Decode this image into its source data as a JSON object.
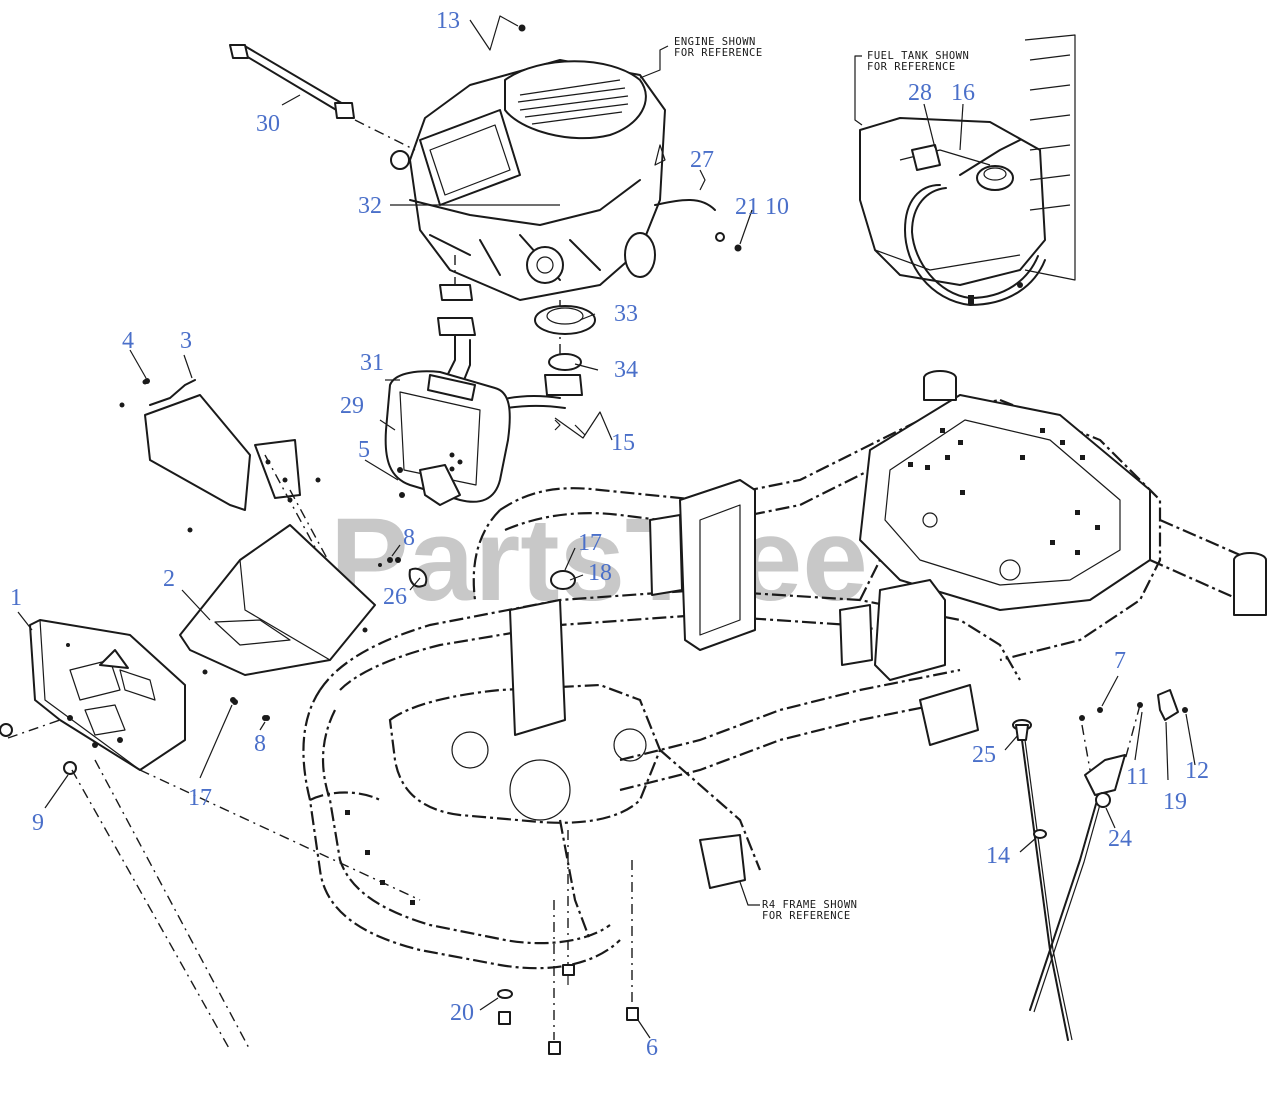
{
  "watermark": "PartsTree",
  "notes": {
    "engine_line1": "ENGINE SHOWN",
    "engine_line2": "FOR REFERENCE",
    "fuel_line1": "FUEL TANK SHOWN",
    "fuel_line2": "FOR REFERENCE",
    "frame_line1": "R4 FRAME SHOWN",
    "frame_line2": "FOR REFERENCE"
  },
  "callouts": [
    "1",
    "2",
    "3",
    "4",
    "5",
    "6",
    "7",
    "8",
    "8",
    "9",
    "10",
    "11",
    "12",
    "13",
    "14",
    "15",
    "16",
    "17",
    "17",
    "18",
    "19",
    "20",
    "21",
    "24",
    "25",
    "26",
    "27",
    "28",
    "29",
    "30",
    "31",
    "32",
    "33",
    "34"
  ],
  "colors": {
    "callout": "#4a6fc9",
    "line_art": "#1a1a1a",
    "watermark": "#9a9a9a"
  }
}
